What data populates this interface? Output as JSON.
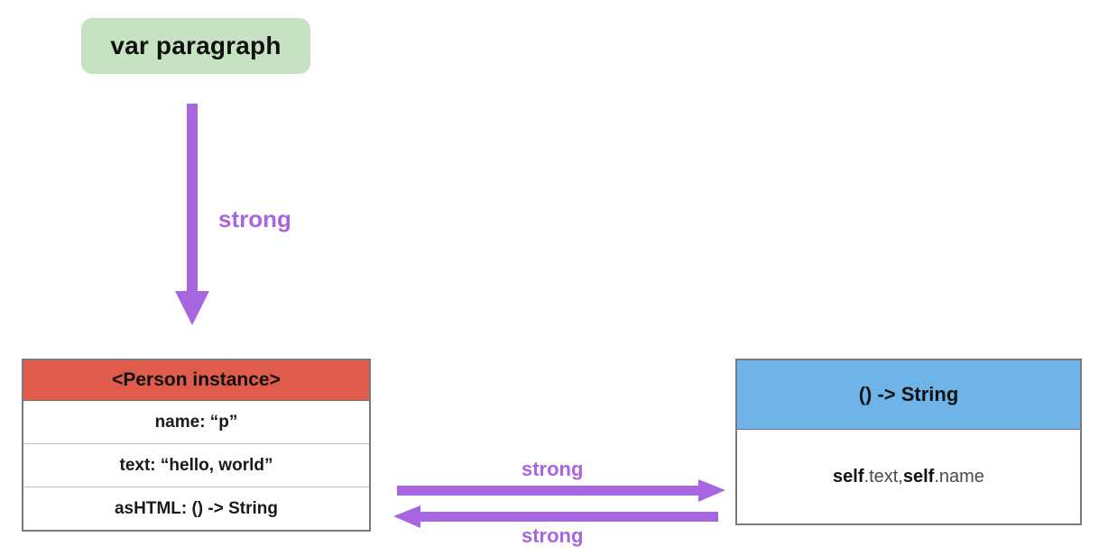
{
  "diagram": {
    "title_pill": {
      "label": "var paragraph",
      "bg_color": "#c6e2c2"
    },
    "vertical_reference": {
      "label": "strong",
      "arrow_color": "#a865e0",
      "direction": "down"
    },
    "person_object": {
      "header": "<Person instance>",
      "header_color": "#df5b4c",
      "rows": [
        {
          "text": "name: “p”"
        },
        {
          "text": "text: “hello, world”"
        },
        {
          "text": "asHTML: () -> String"
        }
      ]
    },
    "closure_object": {
      "header": "() -> String",
      "header_color": "#6fb4e8",
      "body": {
        "part1_bold": "self",
        "part1_rest": ".text, ",
        "part2_bold": "self",
        "part2_rest": ".name",
        "full_text": "self.text, self.name"
      }
    },
    "horizontal_references": [
      {
        "label": "strong",
        "direction": "right",
        "from": "person_object",
        "to": "closure_object",
        "color": "#a865e0"
      },
      {
        "label": "strong",
        "direction": "left",
        "from": "closure_object",
        "to": "person_object",
        "color": "#a865e0"
      }
    ]
  }
}
